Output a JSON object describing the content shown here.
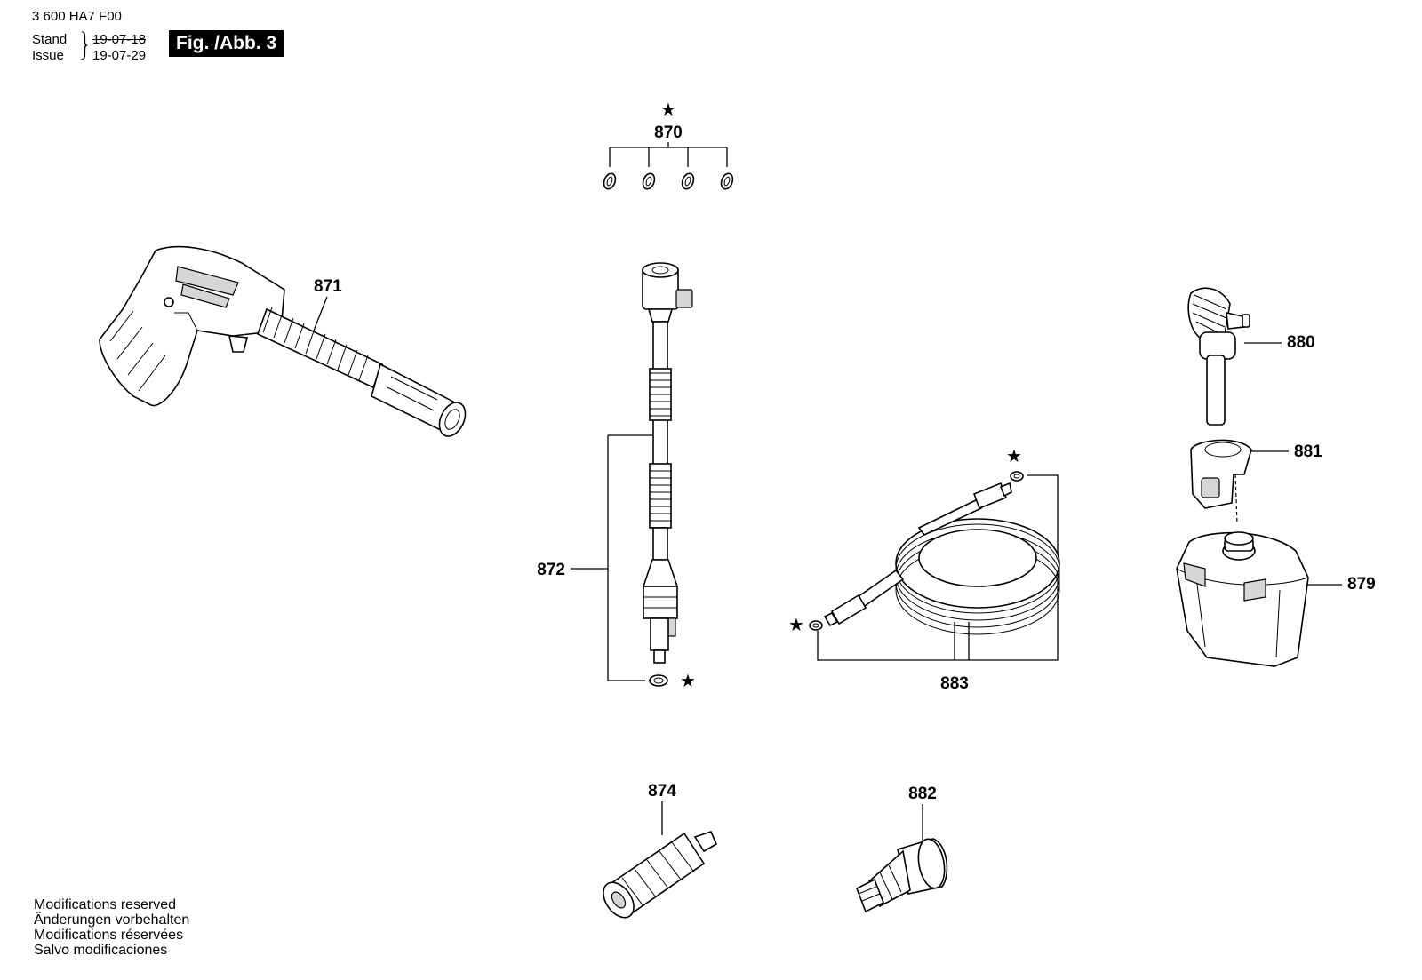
{
  "header": {
    "doc_number": "3 600 HA7 F00",
    "stand_label": "Stand",
    "issue_label": "Issue",
    "stand_date": "19-07-18",
    "issue_date": "19-07-29",
    "brace": "}",
    "fig_badge": "Fig. /Abb. 3"
  },
  "parts": {
    "p870": "870",
    "p871": "871",
    "p872": "872",
    "p874": "874",
    "p879": "879",
    "p880": "880",
    "p881": "881",
    "p882": "882",
    "p883": "883"
  },
  "markers": {
    "star": "★"
  },
  "footer": {
    "line1": "Modifications reserved",
    "line2": "Änderungen vorbehalten",
    "line3": "Modifications réservées",
    "line4": "Salvo modificaciones"
  }
}
